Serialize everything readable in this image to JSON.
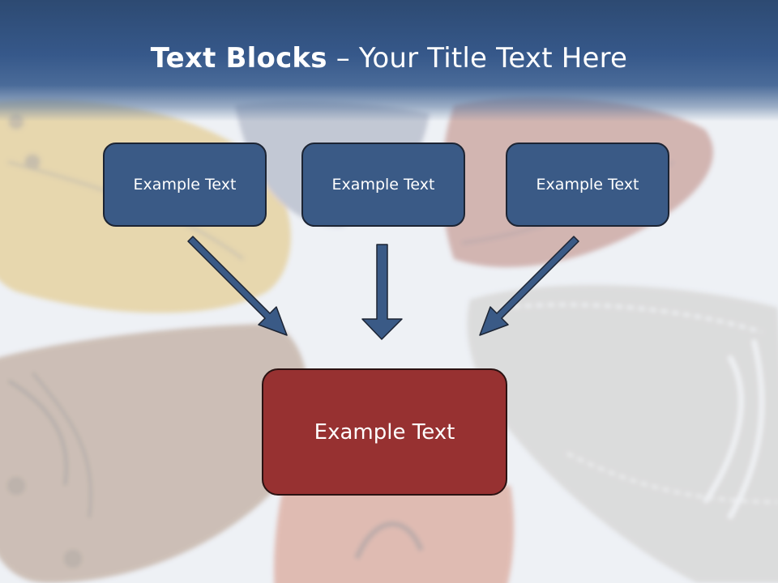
{
  "slide": {
    "title_bold": "Text Blocks",
    "title_dash": " – ",
    "title_rest": "Your Title Text Here",
    "blocks": [
      {
        "text": "Example Text"
      },
      {
        "text": "Example Text"
      },
      {
        "text": "Example Text"
      }
    ],
    "target_block": {
      "text": "Example Text"
    }
  },
  "colors": {
    "title_bar": "#36588a",
    "block_fill": "#3a5a86",
    "target_fill": "#973131",
    "arrow": "#3a5a86"
  },
  "icons": {
    "arrow_left": "arrow-down-right-icon",
    "arrow_center": "arrow-down-icon",
    "arrow_right": "arrow-down-left-icon"
  }
}
